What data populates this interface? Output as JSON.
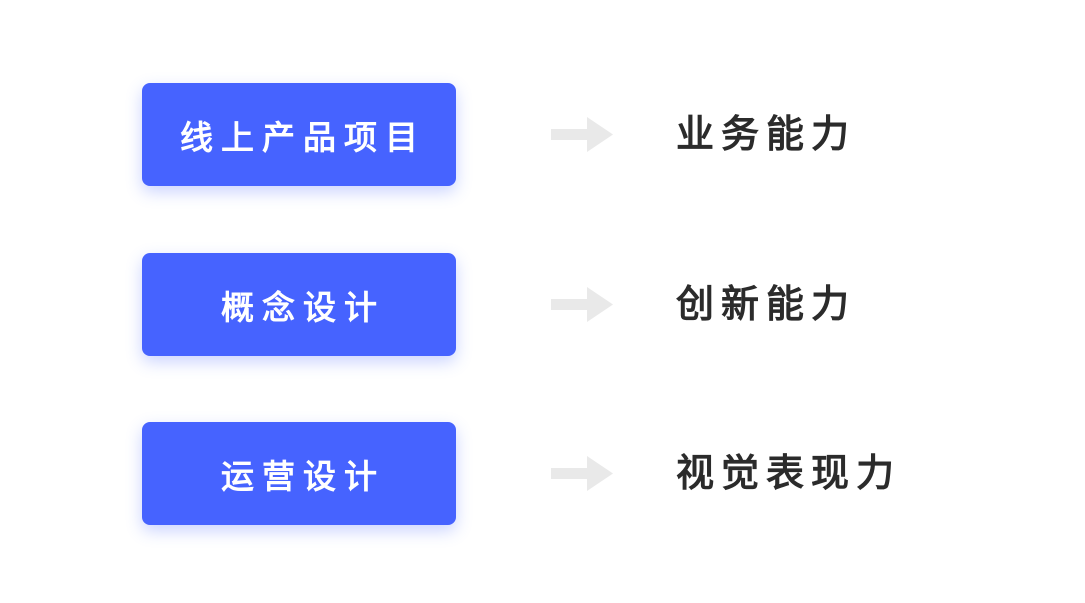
{
  "rows": [
    {
      "source": "线上产品项目",
      "target": "业务能力"
    },
    {
      "source": "概念设计",
      "target": "创新能力"
    },
    {
      "source": "运营设计",
      "target": "视觉表现力"
    }
  ],
  "icons": {
    "arrow": "arrow-right-icon"
  },
  "colors": {
    "box": "#4663ff",
    "box_text": "#ffffff",
    "arrow": "#e9e9e9",
    "target_text": "#2b2b2b"
  }
}
